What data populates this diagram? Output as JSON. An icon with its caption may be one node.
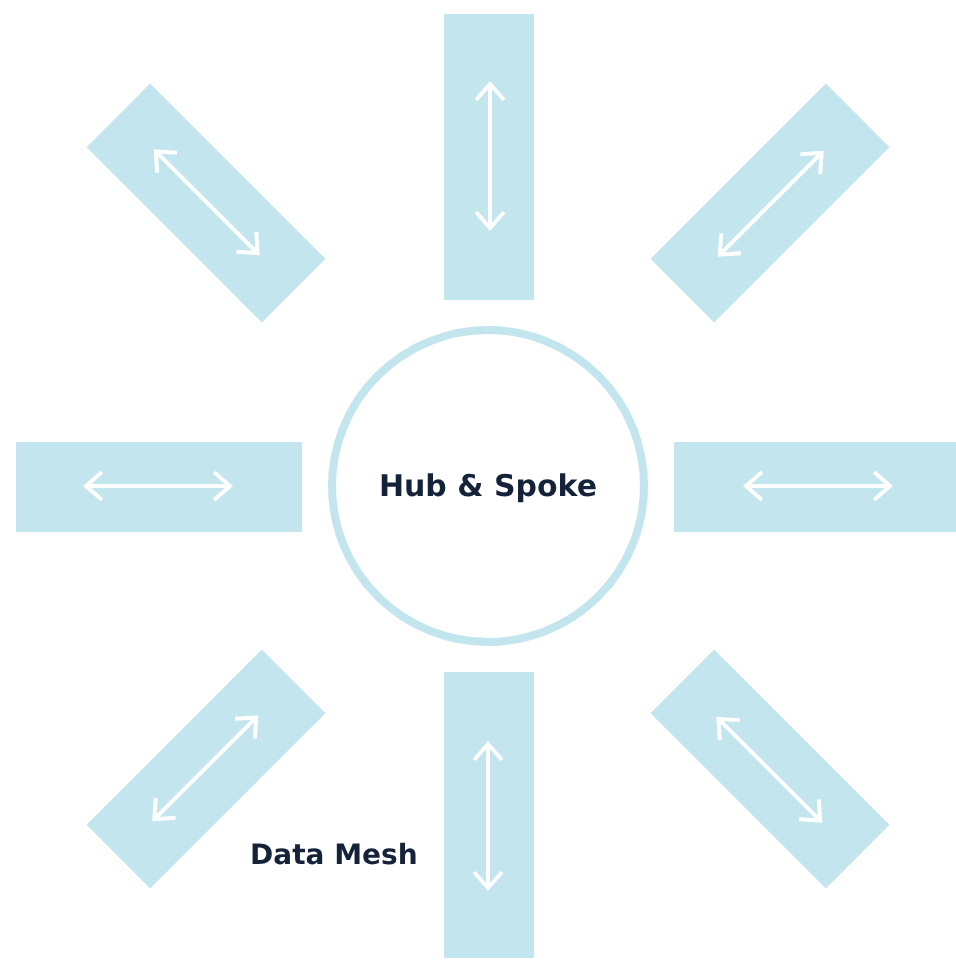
{
  "diagram": {
    "nodes": [
      {
        "text": [
          "Hub & Spoke"
        ]
      },
      {
        "text": [],
        "shape": "bar"
      },
      {
        "text": [],
        "shape": "bar"
      },
      {
        "text": [],
        "shape": "bar"
      },
      {
        "text": [],
        "shape": "bar"
      },
      {
        "text": [],
        "shape": "bar"
      },
      {
        "text": [],
        "shape": "bar"
      },
      {
        "text": [],
        "shape": "bar"
      },
      {
        "text": [],
        "shape": "bar"
      }
    ],
    "labels": [
      "Data Mesh"
    ]
  }
}
